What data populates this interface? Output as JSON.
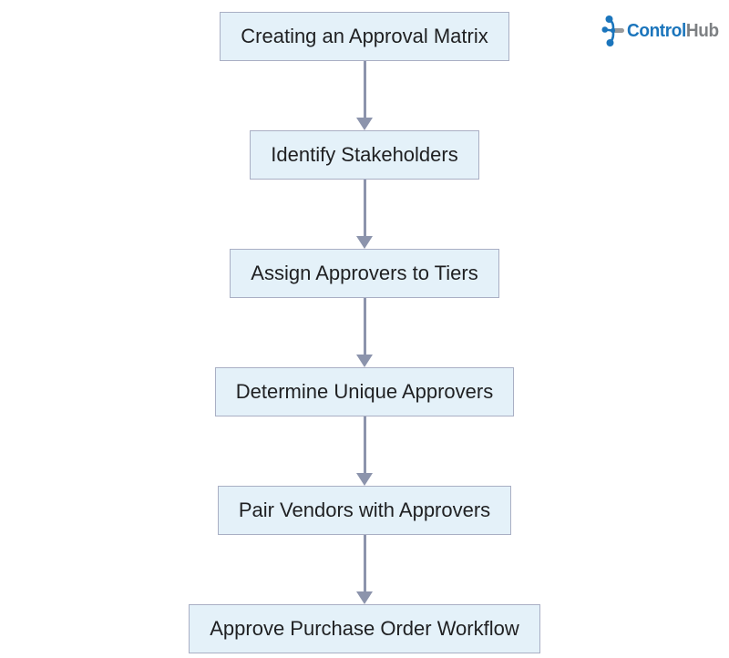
{
  "logo": {
    "icon": "controlhub-hub-icon",
    "text_primary": "Control",
    "text_secondary": "Hub",
    "color_primary": "#1b75bc",
    "color_secondary": "#7d8083"
  },
  "diagram": {
    "type": "flowchart",
    "direction": "top-down",
    "node_fill": "#e4f1f9",
    "node_border": "#a9afc4",
    "node_text_color": "#1f2022",
    "arrow_color": "#8c94ac",
    "nodes": [
      {
        "id": "n1",
        "label": "Creating an Approval Matrix"
      },
      {
        "id": "n2",
        "label": "Identify Stakeholders"
      },
      {
        "id": "n3",
        "label": "Assign Approvers to Tiers"
      },
      {
        "id": "n4",
        "label": "Determine Unique Approvers"
      },
      {
        "id": "n5",
        "label": "Pair Vendors with Approvers"
      },
      {
        "id": "n6",
        "label": "Approve Purchase Order Workflow"
      }
    ],
    "edges": [
      {
        "from": "n1",
        "to": "n2"
      },
      {
        "from": "n2",
        "to": "n3"
      },
      {
        "from": "n3",
        "to": "n4"
      },
      {
        "from": "n4",
        "to": "n5"
      },
      {
        "from": "n5",
        "to": "n6"
      }
    ]
  }
}
